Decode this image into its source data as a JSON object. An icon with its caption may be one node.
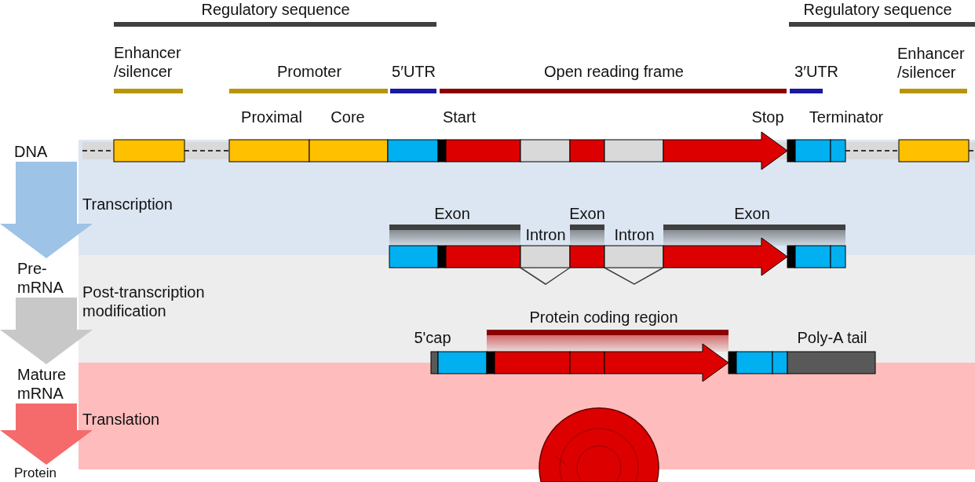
{
  "diagram": {
    "nodes": [
      {
        "text": [
          "DNA"
        ]
      },
      {
        "text": [
          "Pre-mRNA"
        ]
      },
      {
        "text": [
          "Mature mRNA"
        ]
      },
      {
        "text": [
          "Protein"
        ]
      }
    ],
    "edges": [
      {
        "from": 0,
        "to": 1,
        "arrow": "to",
        "label": "Transcription"
      },
      {
        "from": 1,
        "to": 2,
        "arrow": "to",
        "label": "Post-transcription modification"
      },
      {
        "from": 2,
        "to": 3,
        "arrow": "to",
        "label": "Translation"
      }
    ],
    "labels": [
      "Regulatory sequence",
      "Regulatory sequence",
      "Enhancer /silencer",
      "Promoter",
      "5′UTR",
      "Open reading frame",
      "3′UTR",
      "Enhancer /silencer",
      "Proximal",
      "Core",
      "Start",
      "Stop",
      "Terminator",
      "Exon",
      "Exon",
      "Exon",
      "Intron",
      "Intron",
      "5'cap",
      "Protein coding region",
      "Poly-A tail"
    ]
  }
}
